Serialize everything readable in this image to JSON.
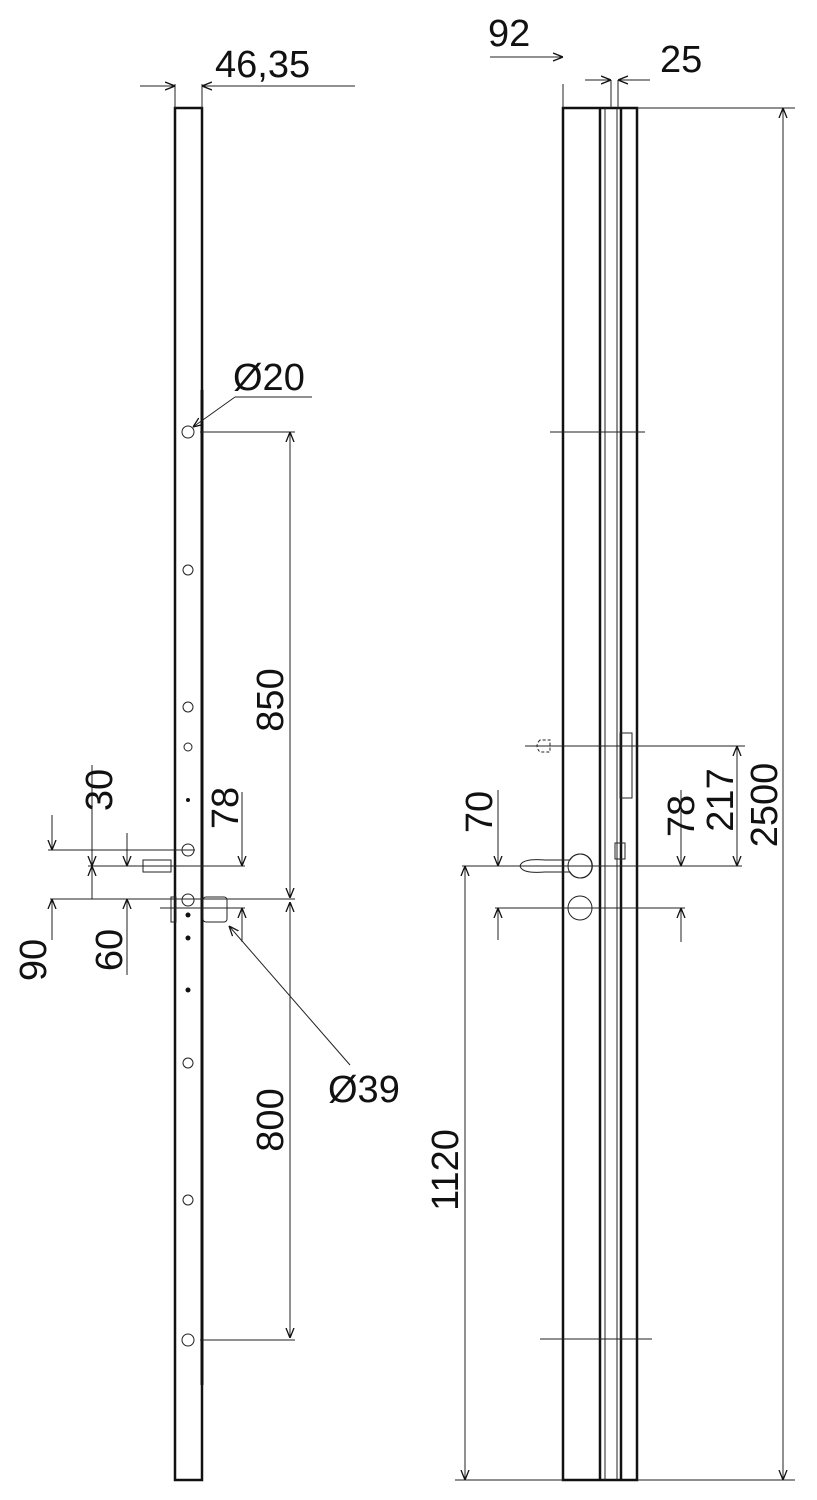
{
  "left_view": {
    "width_label": "46,35",
    "hole_diameter_label": "Ø20",
    "upper_span_label": "850",
    "handle_offset_label": "30",
    "cylinder_offset_label": "78",
    "total_offset_label": "90",
    "lower_offset_label": "60",
    "cylinder_diameter_label": "Ø39",
    "lower_span_label": "800"
  },
  "right_view": {
    "depth_label": "92",
    "face_label": "25",
    "handle_cylinder_label": "70",
    "cylinder_offset_label": "78",
    "hook_offset_label": "217",
    "height_label": "2500",
    "handle_height_label": "1120"
  }
}
